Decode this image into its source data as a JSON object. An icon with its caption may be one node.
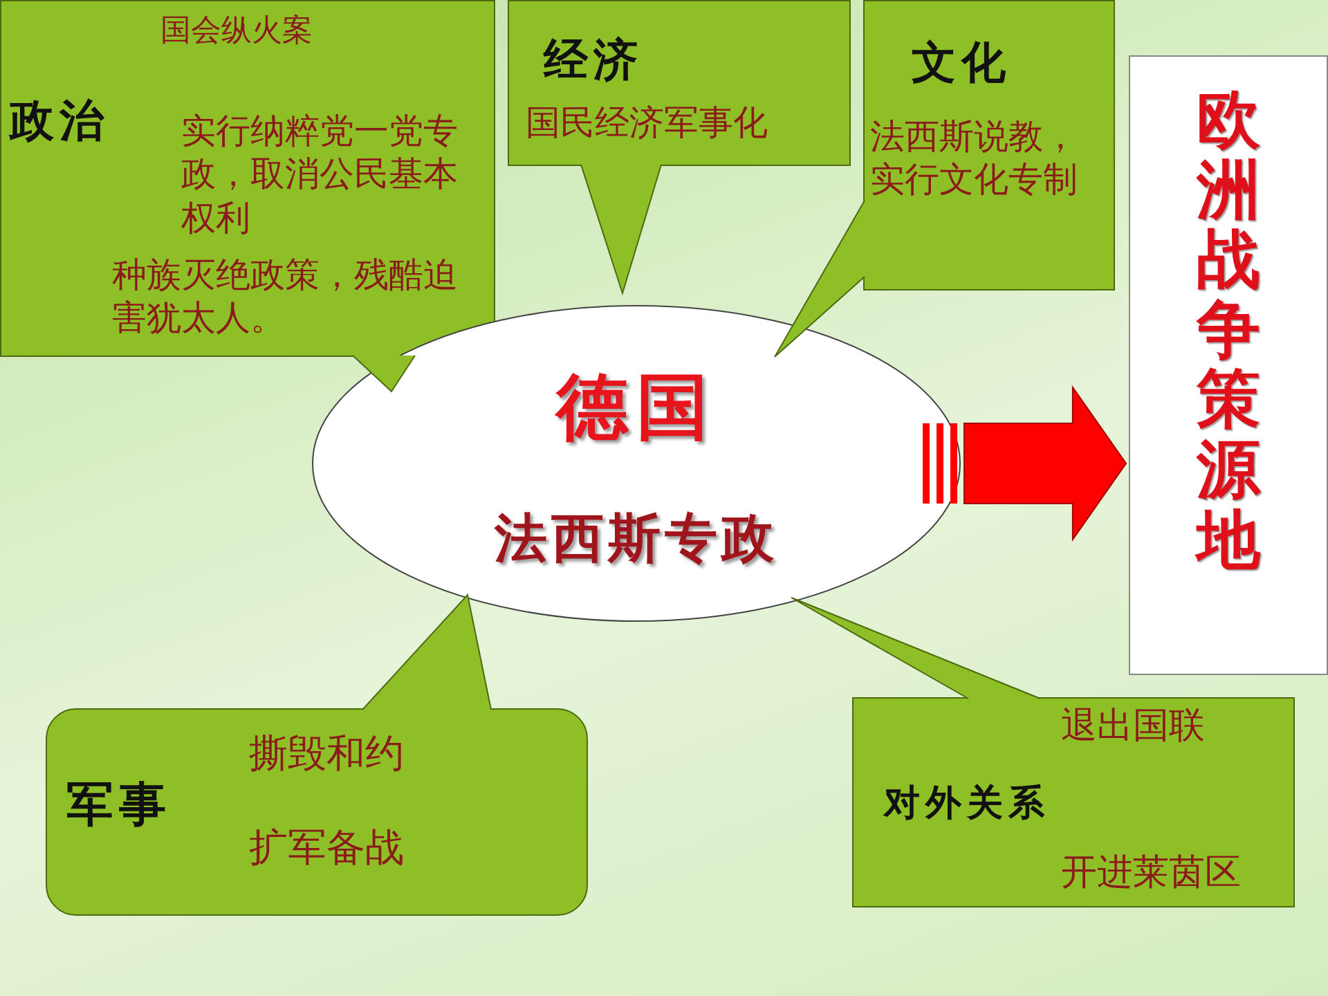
{
  "diagram": {
    "nodes": [
      {
        "text": [
          "政治",
          "国会纵火案",
          "实行纳粹党一党专政，取消公民基本权利",
          "种族灭绝政策，残酷迫害犹太人。"
        ]
      },
      {
        "text": [
          "经济",
          "国民经济军事化"
        ]
      },
      {
        "text": [
          "文化",
          "法西斯说教，实行文化专制"
        ]
      },
      {
        "text": [
          "德国",
          "法西斯专政"
        ]
      },
      {
        "text": [
          "欧洲战争策源地"
        ]
      },
      {
        "text": [
          "军事",
          "撕毁和约",
          "扩军备战"
        ]
      },
      {
        "text": [
          "对外关系",
          "退出国联",
          "开进莱茵区"
        ]
      }
    ],
    "edges": [
      {
        "from": 3,
        "to": 4,
        "arrow": "to",
        "style": "thick",
        "color": "#ff0000"
      }
    ]
  }
}
